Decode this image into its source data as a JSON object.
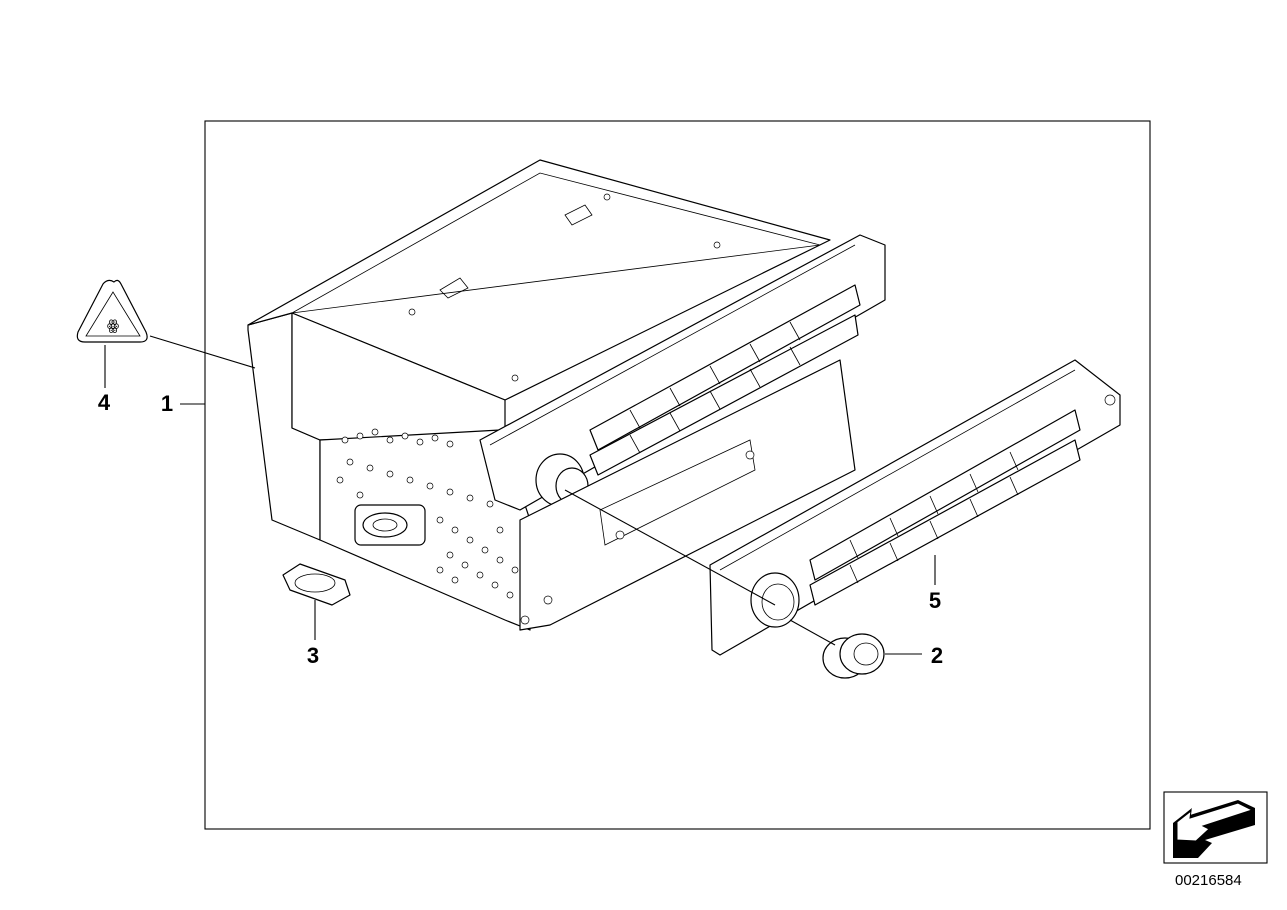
{
  "diagram": {
    "callouts": [
      {
        "id": "1",
        "label": "1"
      },
      {
        "id": "2",
        "label": "2"
      },
      {
        "id": "3",
        "label": "3"
      },
      {
        "id": "4",
        "label": "4"
      },
      {
        "id": "5",
        "label": "5"
      }
    ],
    "document_number": "00216584",
    "icons": [
      "warning-triangle-icon",
      "navigation-arrow-icon"
    ]
  }
}
